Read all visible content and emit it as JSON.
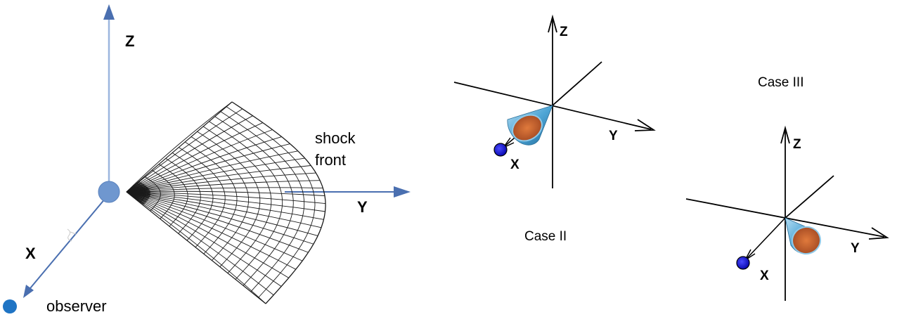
{
  "panel_left": {
    "axis_z": "Z",
    "axis_y": "Y",
    "axis_x": "X",
    "shock_front": [
      "shock",
      "front"
    ],
    "observer": "observer",
    "colors": {
      "axis": "#4a6fb0",
      "axis_z": "#9bb6de",
      "origin": "#6f97cf",
      "observer": "#1f74c4",
      "mesh": "#1a1a1a"
    }
  },
  "panel_case2": {
    "axis_z": "Z",
    "axis_y": "Y",
    "axis_x": "X",
    "caption": "Case II"
  },
  "panel_case3": {
    "axis_z": "Z",
    "axis_y": "Y",
    "axis_x": "X",
    "caption": "Case III"
  },
  "colors": {
    "cone_inner": "#c8622e",
    "cone_outer": "#7fc0e4",
    "observer_dot": "#1515d8"
  }
}
